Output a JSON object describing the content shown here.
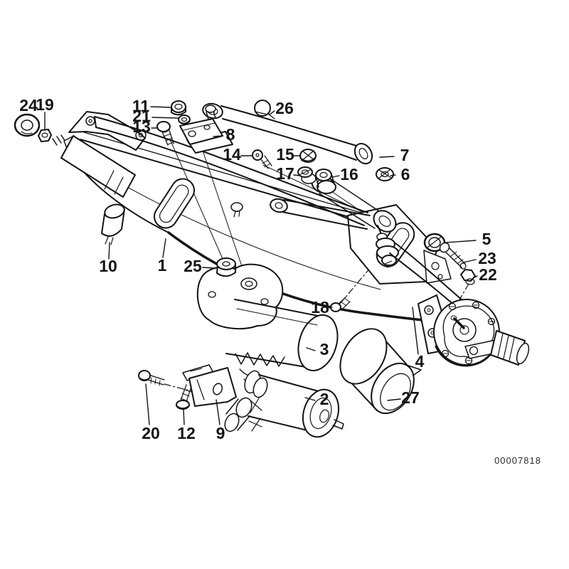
{
  "figure": {
    "description": "exploded-parts-diagram",
    "colors": {
      "ink": "#141414",
      "background": "#ffffff"
    },
    "image_id": "00007818",
    "callouts": [
      {
        "label": "1"
      },
      {
        "label": "2"
      },
      {
        "label": "3"
      },
      {
        "label": "4"
      },
      {
        "label": "5"
      },
      {
        "label": "6"
      },
      {
        "label": "7"
      },
      {
        "label": "8"
      },
      {
        "label": "9"
      },
      {
        "label": "10"
      },
      {
        "label": "11"
      },
      {
        "label": "12"
      },
      {
        "label": "13"
      },
      {
        "label": "14"
      },
      {
        "label": "15"
      },
      {
        "label": "16"
      },
      {
        "label": "17"
      },
      {
        "label": "18"
      },
      {
        "label": "19"
      },
      {
        "label": "20"
      },
      {
        "label": "21"
      },
      {
        "label": "22"
      },
      {
        "label": "23"
      },
      {
        "label": "24"
      },
      {
        "label": "25"
      },
      {
        "label": "26"
      },
      {
        "label": "27"
      }
    ]
  }
}
